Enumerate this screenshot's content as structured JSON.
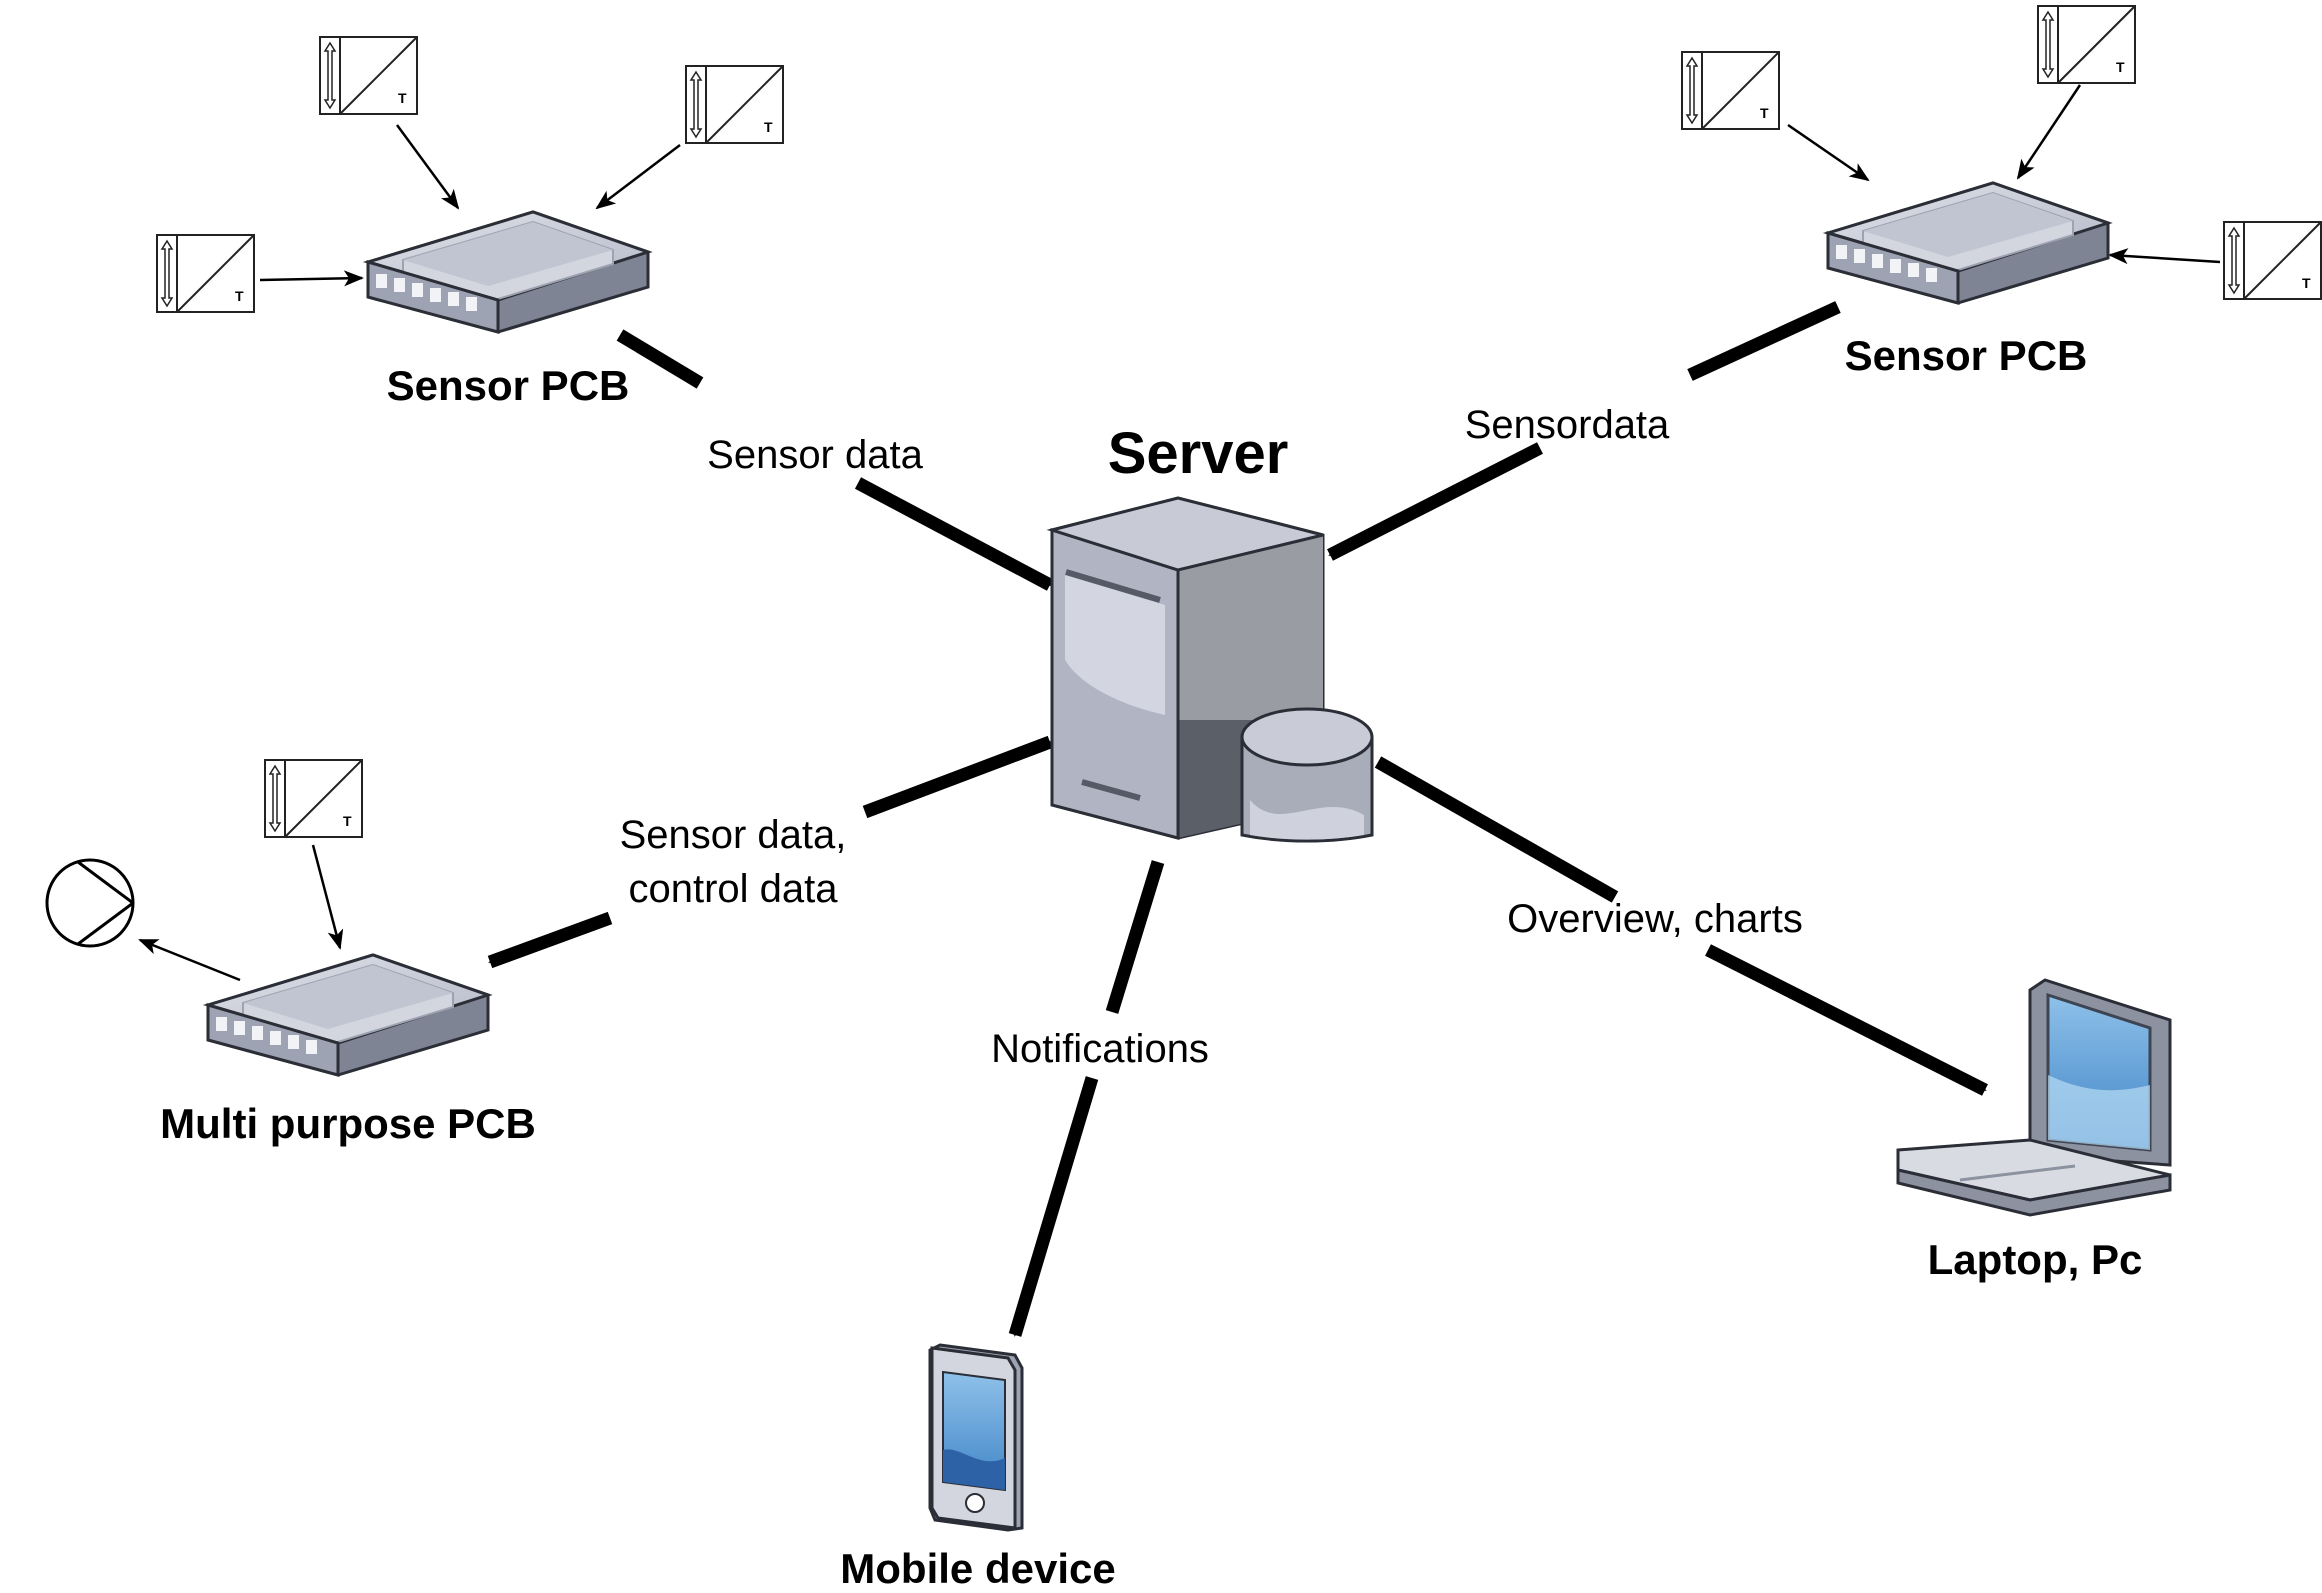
{
  "server": {
    "label": "Server"
  },
  "nodes": {
    "sensor_pcb_left": "Sensor PCB",
    "sensor_pcb_right": "Sensor PCB",
    "multi_pcb": "Multi purpose PCB",
    "laptop": "Laptop, Pc",
    "mobile": "Mobile device"
  },
  "edges": {
    "sensor_left": "Sensor data",
    "sensor_right": "Sensordata",
    "multi_line1": "Sensor data,",
    "multi_line2": "control data",
    "laptop": "Overview, charts",
    "mobile": "Notifications"
  },
  "sensor_symbol_letter": "T",
  "colors": {
    "pcb_top": "#c8cbd6",
    "pcb_side": "#8e93a3",
    "server_front": "#b4b8c6",
    "server_side": "#8f939c",
    "screen": "#5d9bd2",
    "arrow": "#000000"
  }
}
